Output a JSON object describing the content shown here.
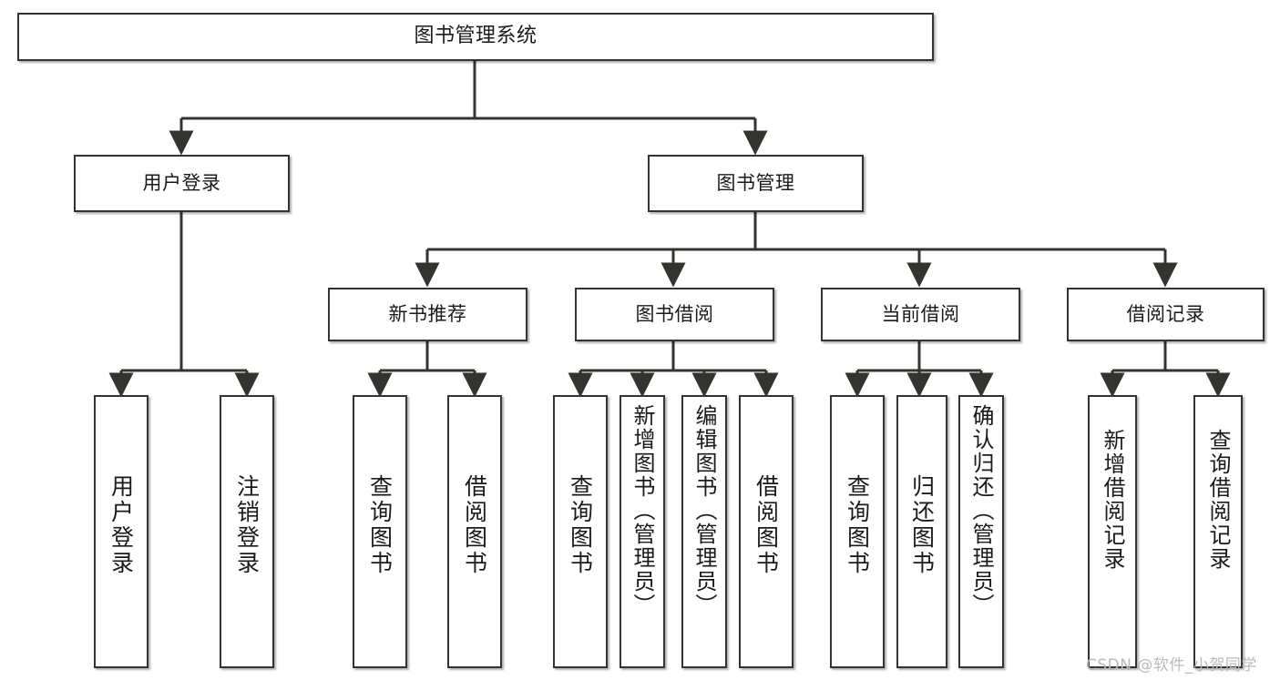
{
  "diagram": {
    "title": "图书管理系统",
    "type": "hierarchy-tree",
    "stroke_color": "#33332f",
    "background_color": "#ffffff",
    "nodes": {
      "root": {
        "label": "图书管理系统"
      },
      "level2": [
        {
          "id": "user-login",
          "label": "用户登录"
        },
        {
          "id": "book-management",
          "label": "图书管理"
        }
      ],
      "level3": [
        {
          "id": "new-book-recommend",
          "label": "新书推荐"
        },
        {
          "id": "book-borrow",
          "label": "图书借阅"
        },
        {
          "id": "current-borrow",
          "label": "当前借阅"
        },
        {
          "id": "borrow-record",
          "label": "借阅记录"
        }
      ],
      "leaves": {
        "user-login": [
          {
            "id": "leaf-user-login",
            "label": "用户登录"
          },
          {
            "id": "leaf-logout",
            "label": "注销登录"
          }
        ],
        "new-book-recommend": [
          {
            "id": "leaf-query-book-1",
            "label": "查询图书"
          },
          {
            "id": "leaf-borrow-book-1",
            "label": "借阅图书"
          }
        ],
        "book-borrow": [
          {
            "id": "leaf-query-book-2",
            "label": "查询图书"
          },
          {
            "id": "leaf-add-book",
            "label": "新增图书（管理员）"
          },
          {
            "id": "leaf-edit-book",
            "label": "编辑图书（管理员）"
          },
          {
            "id": "leaf-borrow-book-2",
            "label": "借阅图书"
          }
        ],
        "current-borrow": [
          {
            "id": "leaf-query-book-3",
            "label": "查询图书"
          },
          {
            "id": "leaf-return-book",
            "label": "归还图书"
          },
          {
            "id": "leaf-confirm-return",
            "label": "确认归还（管理员）"
          }
        ],
        "borrow-record": [
          {
            "id": "leaf-add-record",
            "label": "新增借阅记录"
          },
          {
            "id": "leaf-query-record",
            "label": "查询借阅记录"
          }
        ]
      }
    }
  },
  "watermark": {
    "text": "CSDN @软件_小贺同学"
  }
}
